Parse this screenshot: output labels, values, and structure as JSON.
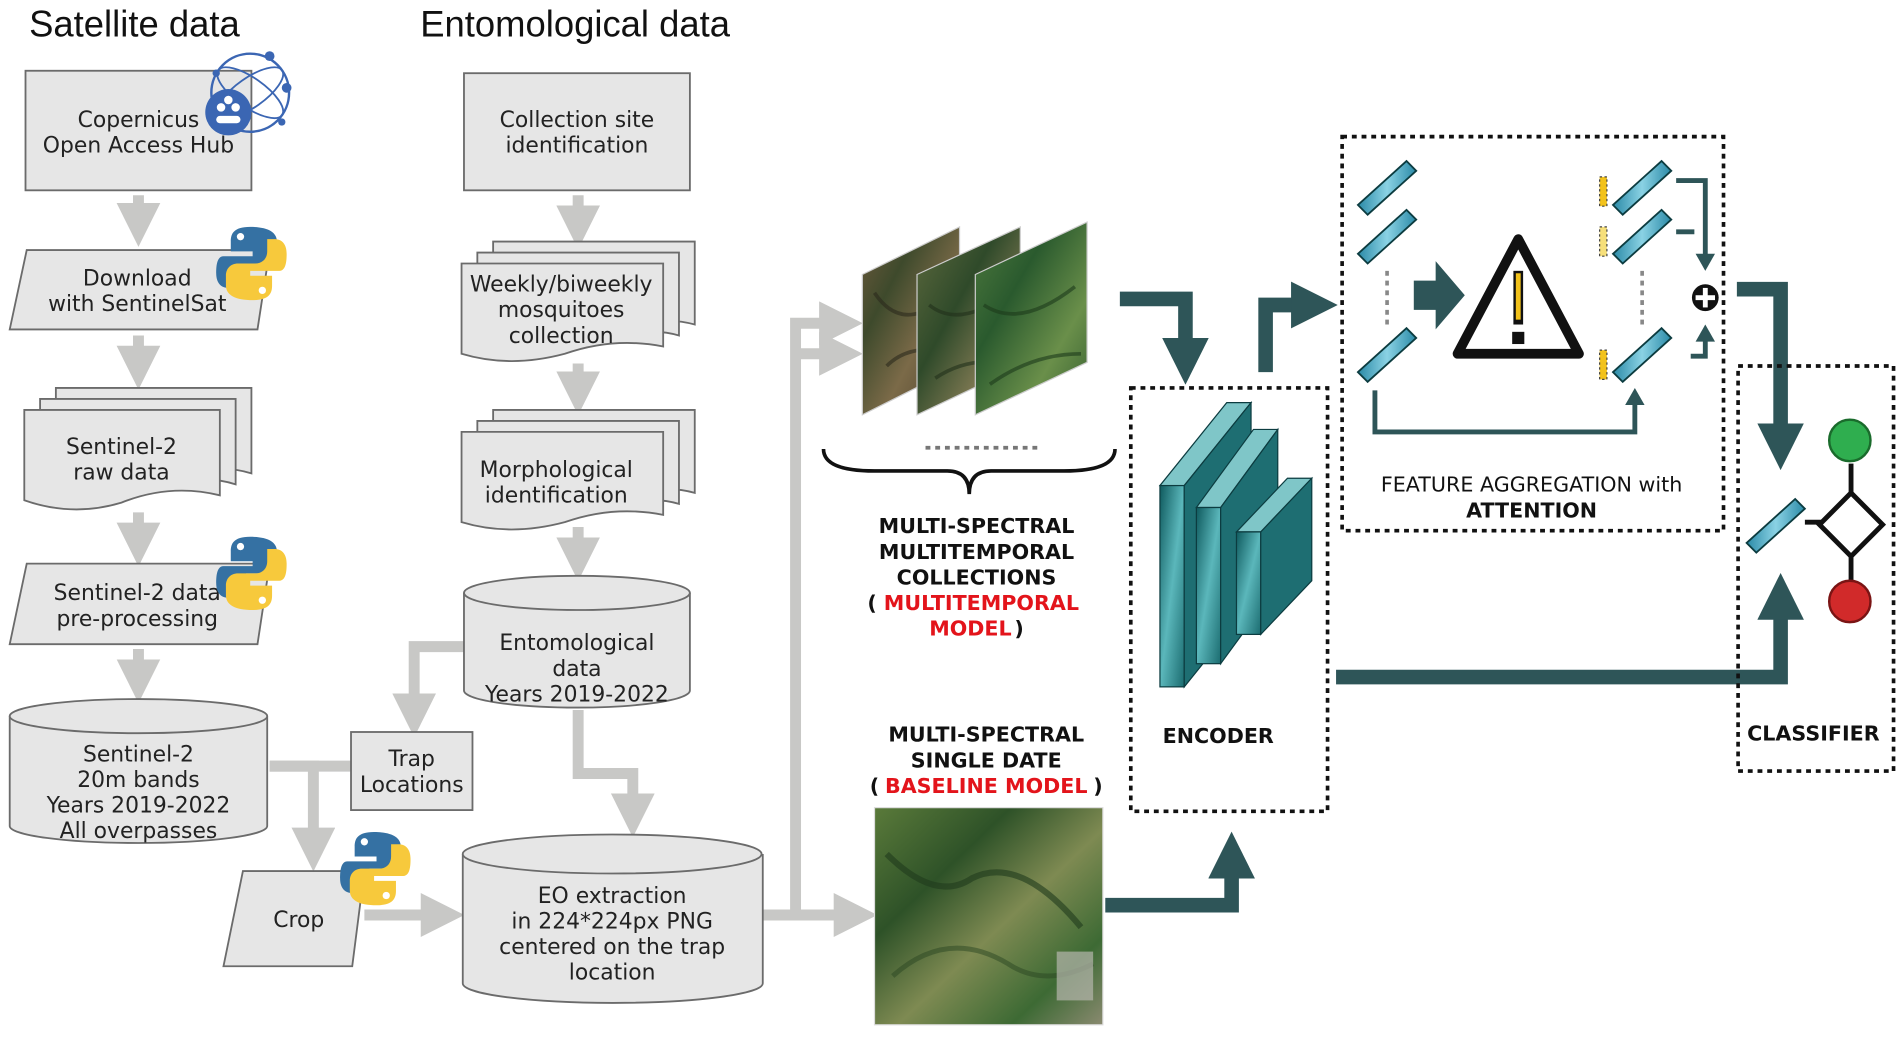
{
  "headers": {
    "satellite": "Satellite data",
    "entomological": "Entomological data"
  },
  "satellite_flow": {
    "copernicus": [
      "Copernicus",
      "Open Access Hub"
    ],
    "download": [
      "Download",
      "with SentinelSat"
    ],
    "raw": [
      "Sentinel-2",
      "raw data"
    ],
    "preprocessing": [
      "Sentinel-2 data",
      "pre-processing"
    ],
    "bands_db": [
      "Sentinel-2",
      "20m bands",
      "Years 2019-2022",
      "All overpasses"
    ],
    "crop": "Crop"
  },
  "entomological_flow": {
    "site": [
      "Collection site",
      "identification"
    ],
    "weekly": [
      "Weekly/biweekly",
      "mosquitoes",
      "collection"
    ],
    "morpho": [
      "Morphological",
      "identification"
    ],
    "ento_db": [
      "Entomological",
      "data",
      "Years 2019-2022"
    ],
    "trap": [
      "Trap",
      "Locations"
    ],
    "eo_db": [
      "EO extraction",
      "in 224*224px PNG",
      "centered on the trap",
      "location"
    ]
  },
  "model": {
    "multitemporal_label": [
      "MULTI-SPECTRAL",
      "MULTITEMPORAL",
      "COLLECTIONS"
    ],
    "multitemporal_model": [
      "MULTITEMPORAL",
      "MODEL"
    ],
    "single_label": [
      "MULTI-SPECTRAL",
      "SINGLE DATE"
    ],
    "baseline_model": "BASELINE MODEL",
    "encoder": "ENCODER",
    "feature_aggregation": "FEATURE AGGREGATION with",
    "attention": "ATTENTION",
    "classifier": "CLASSIFIER"
  },
  "icons": {
    "copernicus": "copernicus-logo-icon",
    "python": "python-logo-icon",
    "warning": "warning-icon",
    "sum": "circled-plus-icon"
  },
  "colors": {
    "box_fill": "#e6e6e6",
    "box_stroke": "#6b6b6b",
    "gray_arrow": "#c8c8c6",
    "teal_arrow": "#2e5558",
    "cyan_block": "#3fa6c0",
    "highlight_red": "#e3141b",
    "green_node": "#2fae4f",
    "red_node": "#d12a2a",
    "python_blue": "#3571a3",
    "python_yellow": "#f7c93c",
    "copernicus_blue": "#3b66b3"
  }
}
